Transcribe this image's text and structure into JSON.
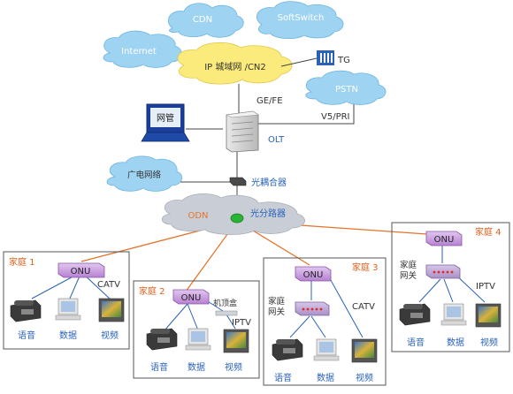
{
  "clouds": {
    "cdn": "CDN",
    "softswitch": "SoftSwitch",
    "internet": "Internet",
    "ip_network": "IP 城域网 /CN2",
    "pstn": "PSTN",
    "broadcast": "广电网络",
    "odn": "ODN"
  },
  "labels": {
    "tg": "TG",
    "ge_fe": "GE/FE",
    "v5_pri": "V5/PRI",
    "olt": "OLT",
    "nms": "网管",
    "coupler": "光耦合器",
    "splitter": "光分路器"
  },
  "homes": [
    {
      "name": "家庭 1",
      "onu": "ONU",
      "extra": "CATV",
      "devices": [
        "语音",
        "数据",
        "视频"
      ]
    },
    {
      "name": "家庭 2",
      "onu": "ONU",
      "stb": "机顶盒",
      "extra": "IPTV",
      "devices": [
        "语音",
        "数据",
        "视频"
      ]
    },
    {
      "name": "家庭 3",
      "onu": "ONU",
      "gateway": "家庭\n网关",
      "gateway_l1": "家庭",
      "gateway_l2": "网关",
      "extra": "CATV",
      "devices": [
        "语音",
        "数据",
        "视频"
      ]
    },
    {
      "name": "家庭 4",
      "onu": "ONU",
      "gateway_l1": "家庭",
      "gateway_l2": "网关",
      "extra": "IPTV",
      "devices": [
        "语音",
        "数据",
        "视频"
      ]
    }
  ],
  "colors": {
    "cloud": "#9fd3f2",
    "ip_cloud": "#fbeb7c",
    "odn_cloud": "#c9ced6",
    "onu": "#c99ae0",
    "orange_line": "#e5742c",
    "home_label": "#e0601c",
    "blue_line": "#2a62b8"
  }
}
